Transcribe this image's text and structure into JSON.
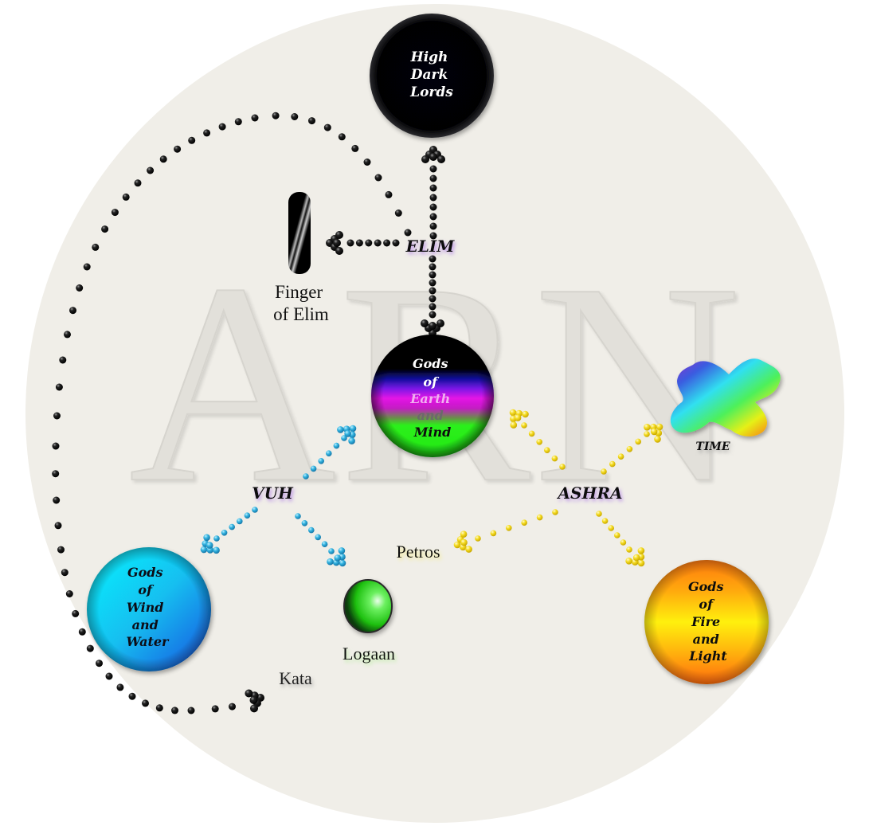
{
  "title": "ARN",
  "watermark": "ARN",
  "colors": {
    "background_disc": "#f0eee8",
    "watermark": "#dcdad4",
    "dots_black": "#111111",
    "dots_blue": "#2ba6d6",
    "dots_yellow": "#f2d41c",
    "hub_glow": "#c9a8e6"
  },
  "hubs": {
    "elim": "ELIM",
    "vuh": "VUH",
    "ashra": "ASHRA"
  },
  "nodes": {
    "high_dark_lords": {
      "lines": [
        "High",
        "Dark",
        "Lords"
      ],
      "fill": "black"
    },
    "earth_mind": {
      "lines": [
        "Gods",
        "of",
        "Earth",
        "and",
        "Mind"
      ],
      "fill": "black-blue-magenta-green bands"
    },
    "wind_water": {
      "lines": [
        "Gods",
        "of",
        "Wind",
        "and",
        "Water"
      ],
      "fill": "cyan-blue gradient"
    },
    "fire_light": {
      "lines": [
        "Gods",
        "of",
        "Fire",
        "and",
        "Light"
      ],
      "fill": "orange-yellow gradient"
    },
    "time": {
      "label": "TIME",
      "fill": "rainbow splat"
    },
    "finger_of_elim": {
      "lines": [
        "Finger",
        "of Elim"
      ],
      "fill": "black bar"
    },
    "logaan": {
      "label": "Logaan",
      "fill": "green sphere"
    },
    "petros": {
      "label": "Petros"
    },
    "kata": {
      "label": "Kata"
    }
  },
  "connections": [
    {
      "from": "ELIM",
      "to": "High Dark Lords",
      "color": "black"
    },
    {
      "from": "ELIM",
      "to": "Finger of Elim",
      "color": "black"
    },
    {
      "from": "ELIM",
      "to": "Gods of Earth and Mind",
      "color": "black"
    },
    {
      "from": "ELIM",
      "to": "Kata",
      "color": "black",
      "style": "long arc"
    },
    {
      "from": "VUH",
      "to": "Gods of Earth and Mind",
      "color": "blue"
    },
    {
      "from": "VUH",
      "to": "Gods of Wind and Water",
      "color": "blue"
    },
    {
      "from": "VUH",
      "to": "Logaan",
      "color": "blue"
    },
    {
      "from": "ASHRA",
      "to": "Gods of Earth and Mind",
      "color": "yellow"
    },
    {
      "from": "ASHRA",
      "to": "TIME",
      "color": "yellow"
    },
    {
      "from": "ASHRA",
      "to": "Petros",
      "color": "yellow"
    },
    {
      "from": "ASHRA",
      "to": "Gods of Fire and Light",
      "color": "yellow"
    }
  ]
}
